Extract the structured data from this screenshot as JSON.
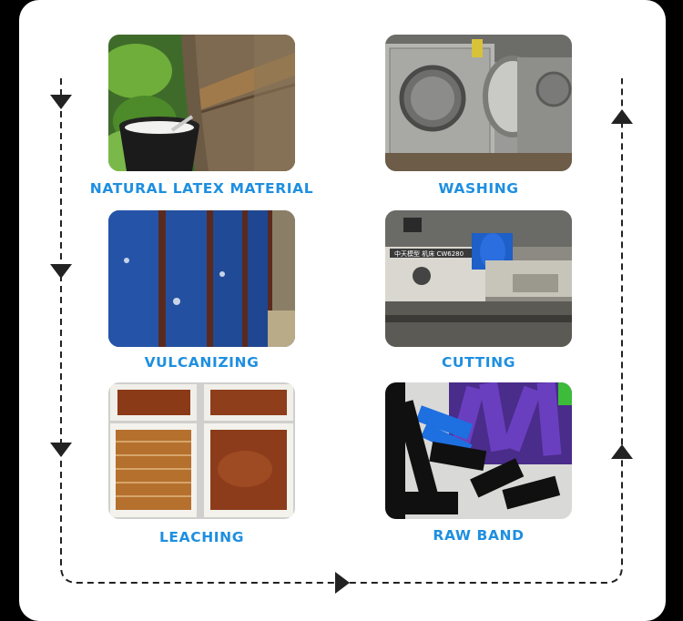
{
  "steps": [
    {
      "label": "NATURAL LATEX MATERIAL",
      "icon": "rubber-tree-tapping-photo"
    },
    {
      "label": "WASHING",
      "icon": "industrial-washing-machine-photo"
    },
    {
      "label": "VULCANIZING",
      "icon": "vulcanizing-oven-photo"
    },
    {
      "label": "CUTTING",
      "icon": "cutting-lathe-photo"
    },
    {
      "label": "LEACHING",
      "icon": "leaching-tanks-photo"
    },
    {
      "label": "RAW BAND",
      "icon": "raw-band-tubes-photo"
    }
  ],
  "machine_plate": "中天模型 机床 CW6280",
  "colors": {
    "label": "#1e8fe0",
    "flow_line": "#222222",
    "card": "#ffffff",
    "background": "#000000"
  }
}
